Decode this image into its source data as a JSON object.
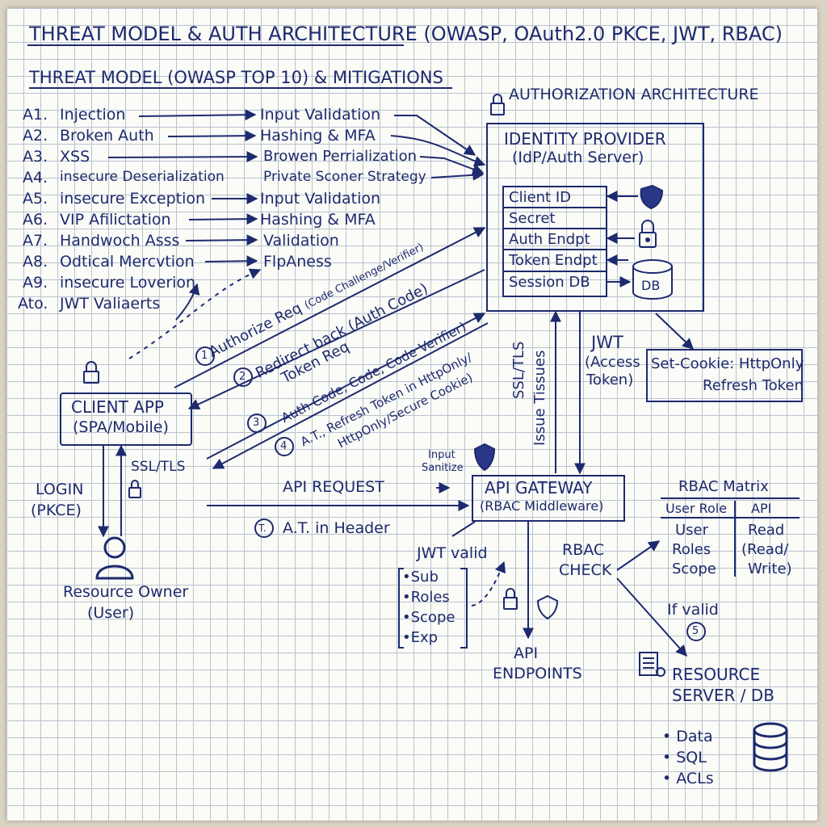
{
  "title": "THREAT MODEL & AUTH ARCHITECTURE (OWASP, OAuth2.0 PKCE, JWT, RBAC)",
  "threat_model": {
    "heading": "THREAT MODEL (OWASP TOP 10) & MITIGATIONS",
    "threats": [
      {
        "id": "A1.",
        "name": "Injection",
        "mitigation": "Input Validation"
      },
      {
        "id": "A2.",
        "name": "Broken Auth",
        "mitigation": "Hashing & MFA"
      },
      {
        "id": "A3.",
        "name": "XSS",
        "mitigation": "Browen Perrialization"
      },
      {
        "id": "A4.",
        "name": "insecure Deserialization",
        "mitigation": "Private Sconer Strategy"
      },
      {
        "id": "A5.",
        "name": "insecure Exception",
        "mitigation": "Input Validation"
      },
      {
        "id": "A6.",
        "name": "VIP Afilictation",
        "mitigation": "Hashing & MFA"
      },
      {
        "id": "A7.",
        "name": "Handwoch Asss",
        "mitigation": "Validation"
      },
      {
        "id": "A8.",
        "name": "Odtical Mercvtion",
        "mitigation": "FlpAness"
      },
      {
        "id": "A9.",
        "name": "insecure Loverion",
        "mitigation": ""
      },
      {
        "id": "Ato.",
        "name": "JWT Valiaerts",
        "mitigation": ""
      }
    ]
  },
  "auth_arch": {
    "heading": "AUTHORIZATION ARCHITECTURE",
    "idp_title": "IDENTITY PROVIDER",
    "idp_subtitle": "(IdP/Auth Server)",
    "idp_rows": [
      "Client ID",
      "Secret",
      "Auth Endpt",
      "Token Endpt",
      "Session DB"
    ],
    "db_label": "DB"
  },
  "client": {
    "title": "CLIENT APP",
    "subtitle": "(SPA/Mobile)"
  },
  "flow": {
    "step1_num": "1",
    "step1": "Authorize Req",
    "step1_small": "(Code Challenge/Verifier)",
    "step2_num": "2",
    "step2": "Redirect back (Auth Code)",
    "token_req": "Token Req",
    "step3_num": "3",
    "step3": "Auth Code, Code, Code Verifier)",
    "step4_num": "4",
    "step4a": "A.T., Refresh Token in HttpOnly/",
    "step4b": "HttpOnly/Secure Cookie)"
  },
  "ssl_vertical": "SSL/TLS",
  "issue_tissues": "Issue Tissues",
  "jwt_label": {
    "line1": "JWT",
    "line2": "(Access",
    "line3": "Token)"
  },
  "cookie_box": {
    "line1": "Set-Cookie: HttpOnly",
    "line2": "Refresh Token"
  },
  "login": {
    "line1": "LOGIN",
    "line2": "(PKCE)"
  },
  "ssl_client": "SSL/TLS",
  "resource_owner": {
    "line1": "Resource Owner",
    "line2": "(User)"
  },
  "api_request": "API REQUEST",
  "input_sanitize": {
    "line1": "Input",
    "line2": "Sanitize"
  },
  "gateway": {
    "title": "API GATEWAY",
    "subtitle": "(RBAC Middleware)"
  },
  "at_header": {
    "num": "T.",
    "text": "A.T. in Header"
  },
  "jwt_valid": {
    "title": "JWT valid",
    "claims": [
      "Sub",
      "Roles",
      "Scope",
      "Exp"
    ]
  },
  "rbac_check": {
    "line1": "RBAC",
    "line2": "CHECK"
  },
  "api_endpoints": {
    "line1": "API",
    "line2": "ENDPOINTS"
  },
  "rbac_matrix": {
    "title": "RBAC Matrix",
    "headers": [
      "User Role",
      "API"
    ],
    "roles": [
      "User",
      "Roles",
      "Scope"
    ],
    "apis": [
      "Read",
      "(Read/",
      "Write)"
    ]
  },
  "if_valid": {
    "text": "If valid",
    "num": "5"
  },
  "resource_server": {
    "line1": "RESOURCE",
    "line2": "SERVER / DB",
    "items": [
      "Data",
      "SQL",
      "ACLs"
    ]
  },
  "colors": {
    "ink": "#1d2a6e",
    "paper": "#fbfbf7",
    "grid": "#b9c3cf"
  }
}
